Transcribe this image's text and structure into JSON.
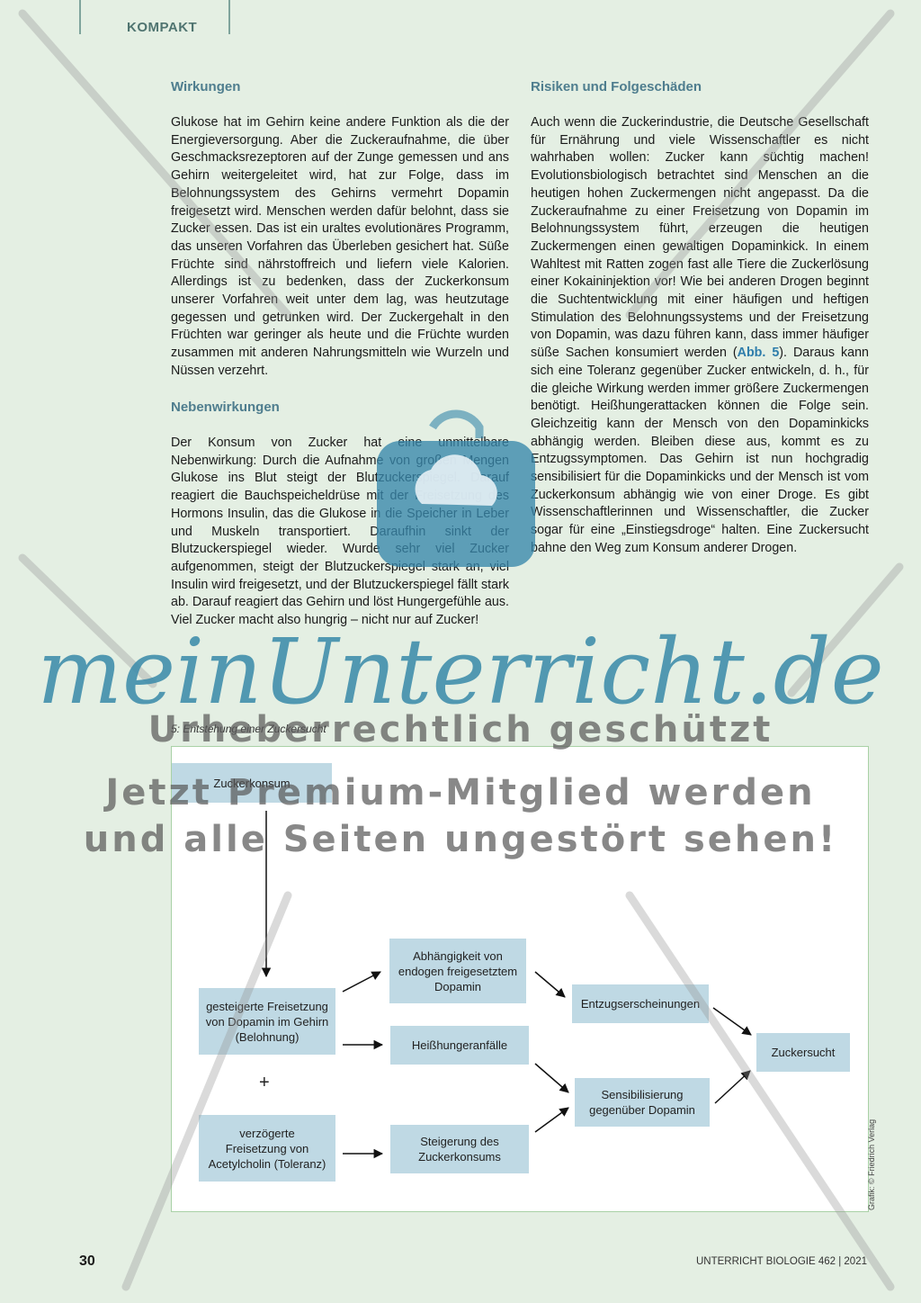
{
  "header": {
    "section": "KOMPAKT"
  },
  "left_column": {
    "h1": "Wirkungen",
    "p1": "Glukose hat im Gehirn keine andere Funktion als die der Energieversorgung. Aber die Zuckeraufnahme, die über Geschmacksrezeptoren auf der Zunge gemessen und ans Gehirn weitergeleitet wird, hat zur Folge, dass im Belohnungssystem des Gehirns vermehrt Dopamin freigesetzt wird. Menschen werden dafür belohnt, dass sie Zucker essen. Das ist ein uraltes evolutionäres Programm, das unseren Vorfahren das Überleben gesichert hat. Süße Früchte sind nährstoffreich und liefern viele Kalorien. Allerdings ist zu bedenken, dass der Zuckerkonsum unserer Vorfahren weit unter dem lag, was heutzutage gegessen und getrunken wird. Der Zuckergehalt in den Früchten war geringer als heute und die Früchte wurden zusammen mit anderen Nahrungsmitteln wie Wurzeln und Nüssen verzehrt.",
    "h2": "Nebenwirkungen",
    "p2": "Der Konsum von Zucker hat eine unmittelbare Nebenwirkung: Durch die Aufnahme von großen Mengen Glukose ins Blut steigt der Blutzuckerspiegel. Darauf reagiert die Bauchspeicheldrüse mit der Freisetzung des Hormons Insulin, das die Glukose in die Speicher in Leber und Muskeln transportiert. Daraufhin sinkt der Blutzuckerspiegel wieder. Wurde sehr viel Zucker aufgenommen, steigt der Blutzuckerspiegel stark an, viel Insulin wird freigesetzt, und der Blutzuckerspiegel fällt stark ab. Darauf reagiert das Gehirn und löst Hungergefühle aus. Viel Zucker macht also hungrig – nicht nur auf Zucker!"
  },
  "right_column": {
    "h1": "Risiken und Folgeschäden",
    "p1_before_ref": "Auch wenn die Zuckerindustrie, die Deutsche Gesellschaft für Ernährung und viele Wissenschaftler es nicht wahrhaben wollen: Zucker kann süchtig machen! Evolutionsbiologisch betrachtet sind Menschen an die heutigen hohen Zuckermengen nicht angepasst. Da die Zuckeraufnahme zu einer Freisetzung von Dopamin im Belohnungssystem führt, erzeugen die heutigen Zuckermengen einen gewaltigen Dopaminkick. In einem Wahltest mit Ratten zogen fast alle Tiere die Zuckerlösung einer Kokaininjektion vor! Wie bei anderen Drogen beginnt die Suchtentwicklung mit einer häufigen und heftigen Stimulation des Belohnungssystems und der Freisetzung von Dopamin, was dazu führen kann, dass immer häufiger süße Sachen konsumiert werden (",
    "ref": "Abb. 5",
    "p1_after_ref": "). Daraus kann sich eine Toleranz gegenüber Zucker entwickeln, d. h., für die gleiche Wirkung werden immer größere Zuckermengen benötigt. Heißhungerattacken können die Folge sein. Gleichzeitig kann der Mensch von den Dopaminkicks abhängig werden. Bleiben diese aus, kommt es zu Entzugssymptomen. Das Gehirn ist nun hochgradig sensibilisiert für die Dopaminkicks und der Mensch ist vom Zuckerkonsum abhängig wie von einer Droge. Es gibt Wissenschaftlerinnen und Wissenschaftler, die Zucker sogar für eine „Einstiegsdroge“ halten. Eine Zuckersucht bahne den Weg zum Konsum anderer Drogen."
  },
  "figure": {
    "caption": "5: Entstehung einer Zuckersucht",
    "boxes": {
      "zuckerkonsum": "Zuckerkonsum",
      "freisetzung_dopamin": "gesteigerte Freisetzung von Dopamin im Gehirn (Belohnung)",
      "plus": "+",
      "freisetzung_acetylcholin": "verzögerte Freisetzung von Acetylcholin (Toleranz)",
      "abhaengigkeit": "Abhängigkeit von endogen freigesetztem Dopamin",
      "heisshunger": "Heißhungeranfälle",
      "steigerung": "Steigerung des Zuckerkonsums",
      "entzug": "Entzugserscheinungen",
      "sensibilisierung": "Sensibilisierung gegenüber Dopamin",
      "zuckersucht": "Zuckersucht"
    },
    "credit": "Grafik: © Friedrich Verlag"
  },
  "footer": {
    "page_number": "30",
    "journal": "UNTERRICHT BIOLOGIE 462 | 2021"
  },
  "watermark": {
    "brand": "meinUnterricht.de",
    "line1": "Urheberrechtlich geschützt",
    "line2": "Jetzt Premium-Mitglied werden",
    "line3": "und alle Seiten ungestört sehen!"
  },
  "colors": {
    "page_background": "#e4efe3",
    "heading": "#4e7d8e",
    "diagram_box": "#bfd9e4",
    "figure_border": "#a9d1a6",
    "brand": "#3c8caa"
  }
}
